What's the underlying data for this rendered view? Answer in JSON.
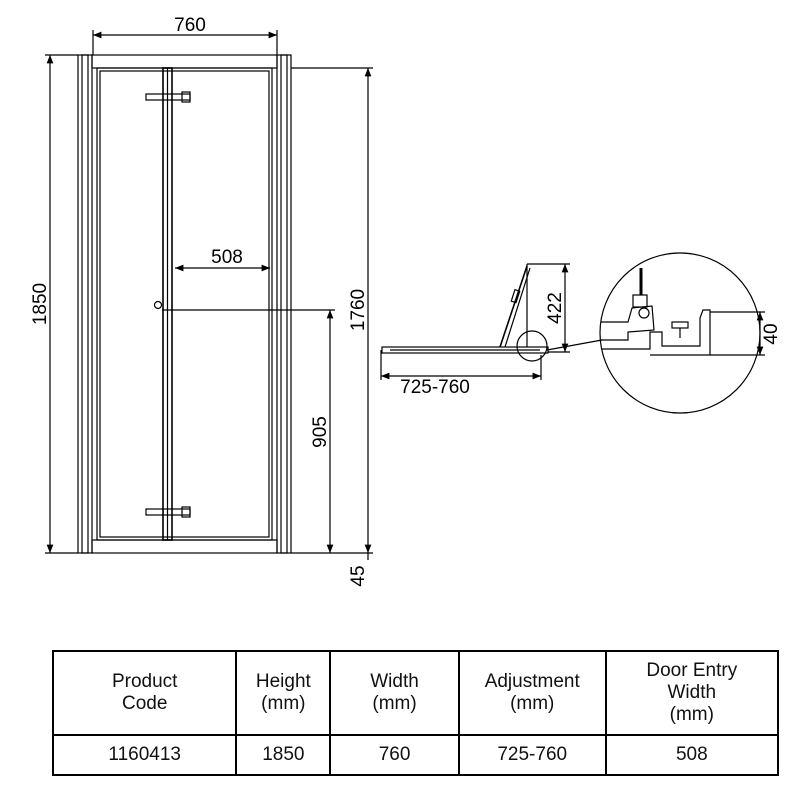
{
  "drawing": {
    "front_view": {
      "width_dim": "760",
      "overall_height_dim": "1850",
      "door_height_dim": "1760",
      "entry_width_dim": "508",
      "handle_height_dim": "905",
      "tray_gap_dim": "45"
    },
    "plan_view": {
      "adjustment_dim": "725-760",
      "fold_depth_dim": "422"
    },
    "detail_view": {
      "profile_dim": "40"
    }
  },
  "spec_table": {
    "headers": [
      "Product\nCode",
      "Height\n(mm)",
      "Width\n(mm)",
      "Adjustment\n(mm)",
      "Door Entry\nWidth\n(mm)"
    ],
    "rows": [
      [
        "1160413",
        "1850",
        "760",
        "725-760",
        "508"
      ]
    ]
  }
}
